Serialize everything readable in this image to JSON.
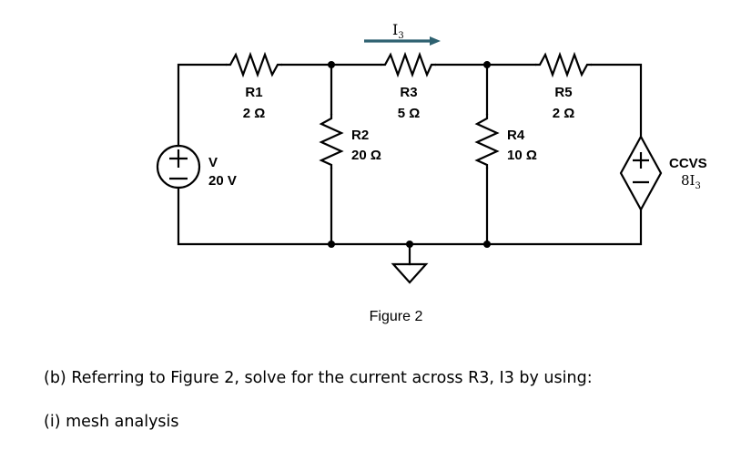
{
  "figure": {
    "caption": "Figure 2",
    "current_label": {
      "main": "I",
      "sub": "3"
    },
    "arrow_color": "#2e6170",
    "components": {
      "voltage_source": {
        "name": "V",
        "value": "20 V",
        "plus": "+",
        "minus": "−"
      },
      "r1": {
        "name": "R1",
        "value": "2 Ω"
      },
      "r2": {
        "name": "R2",
        "value": "20 Ω"
      },
      "r3": {
        "name": "R3",
        "value": "5 Ω"
      },
      "r4": {
        "name": "R4",
        "value": "10 Ω"
      },
      "r5": {
        "name": "R5",
        "value": "2 Ω"
      },
      "ccvs": {
        "name": "CCVS",
        "gain_main": "8I",
        "gain_sub": "3",
        "plus": "+",
        "minus": "−"
      }
    }
  },
  "question": {
    "line1": "(b) Referring to Figure 2, solve for the current across R3, I3 by using:",
    "line2": "(i) mesh analysis"
  }
}
